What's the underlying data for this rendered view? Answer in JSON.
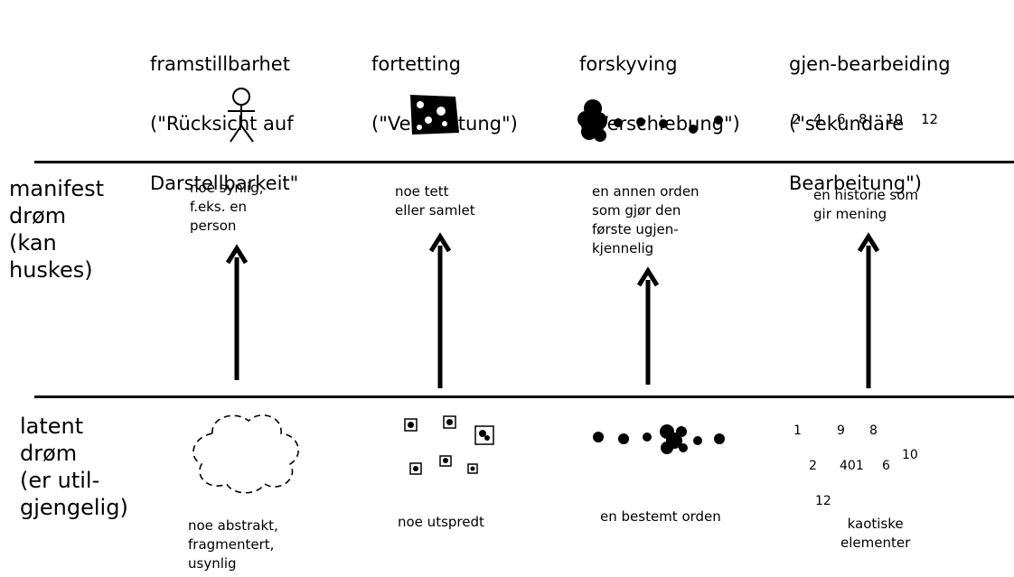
{
  "columns": [
    {
      "title_line1": "framstillbarhet",
      "title_line2": "(\"Rücksicht auf",
      "title_line3": "Darstellbarkeit\"",
      "manifest_desc": "noe synlig,\nf.eks. en\nperson",
      "latent_desc": "noe abstrakt,\nfragmentert,\nusynlig"
    },
    {
      "title_line1": "fortetting",
      "title_line2": "(\"Verdichtung\")",
      "title_line3": "",
      "manifest_desc": "noe tett\neller samlet",
      "latent_desc": "noe utspredt"
    },
    {
      "title_line1": "forskyving",
      "title_line2": "(\"Verschiebung\")",
      "title_line3": "",
      "manifest_desc": "en annen orden\nsom gjør den\nførste ugjen-\nkjennelig",
      "latent_desc": "en bestemt orden"
    },
    {
      "title_line1": "gjen-bearbeiding",
      "title_line2": "(\"sekundäre",
      "title_line3": "Bearbeitung\")",
      "manifest_desc": "en historie som\ngir mening",
      "latent_desc": "kaotiske\nelementer"
    }
  ],
  "rows": {
    "manifest_label": "manifest\ndrøm\n(kan\nhuskes)",
    "latent_label": "latent\ndrøm\n(er util-\ngjengelig)"
  },
  "ordered_numbers": [
    "2",
    "4",
    "6",
    "8",
    "10",
    "12"
  ],
  "chaotic_numbers": {
    "n1": "1",
    "n9": "9",
    "n8": "8",
    "n2": "2",
    "n401": "401",
    "n6": "6",
    "n10": "10",
    "n12": "12"
  },
  "colors": {
    "ink": "#000000",
    "background": "#ffffff"
  }
}
